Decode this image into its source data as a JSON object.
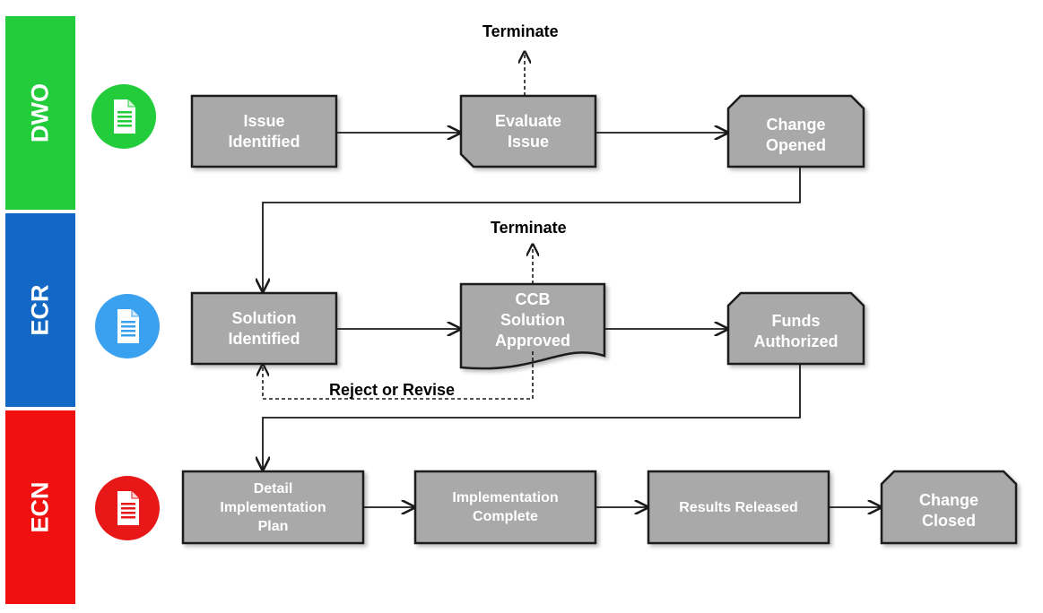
{
  "lanes": [
    {
      "key": "dwo",
      "label": "DWO",
      "color": "#22cc3a"
    },
    {
      "key": "ecr",
      "label": "ECR",
      "color": "#1268c4"
    },
    {
      "key": "ecn",
      "label": "ECN",
      "color": "#f01010"
    }
  ],
  "icons": {
    "dwo": {
      "name": "document-icon",
      "color": "#22cc3a"
    },
    "ecr": {
      "name": "document-icon",
      "color": "#3aa0f0"
    },
    "ecn": {
      "name": "document-icon",
      "color": "#e81818"
    }
  },
  "nodes": {
    "issue_identified": "Issue\nIdentified",
    "evaluate_issue": "Evaluate\nIssue",
    "change_opened": "Change\nOpened",
    "solution_identified": "Solution\nIdentified",
    "ccb_solution_approved": "CCB\nSolution\nApproved",
    "funds_authorized": "Funds\nAuthorized",
    "detail_implementation_plan": "Detail\nImplementation\nPlan",
    "implementation_complete": "Implementation\nComplete",
    "results_released": "Results Released",
    "change_closed": "Change\nClosed"
  },
  "annotations": {
    "terminate_1": "Terminate",
    "terminate_2": "Terminate",
    "reject_or_revise": "Reject or Revise"
  },
  "style": {
    "node_fill": "#a9a9a9",
    "node_stroke": "#1a1a1a",
    "line_color": "#1a1a1a"
  }
}
